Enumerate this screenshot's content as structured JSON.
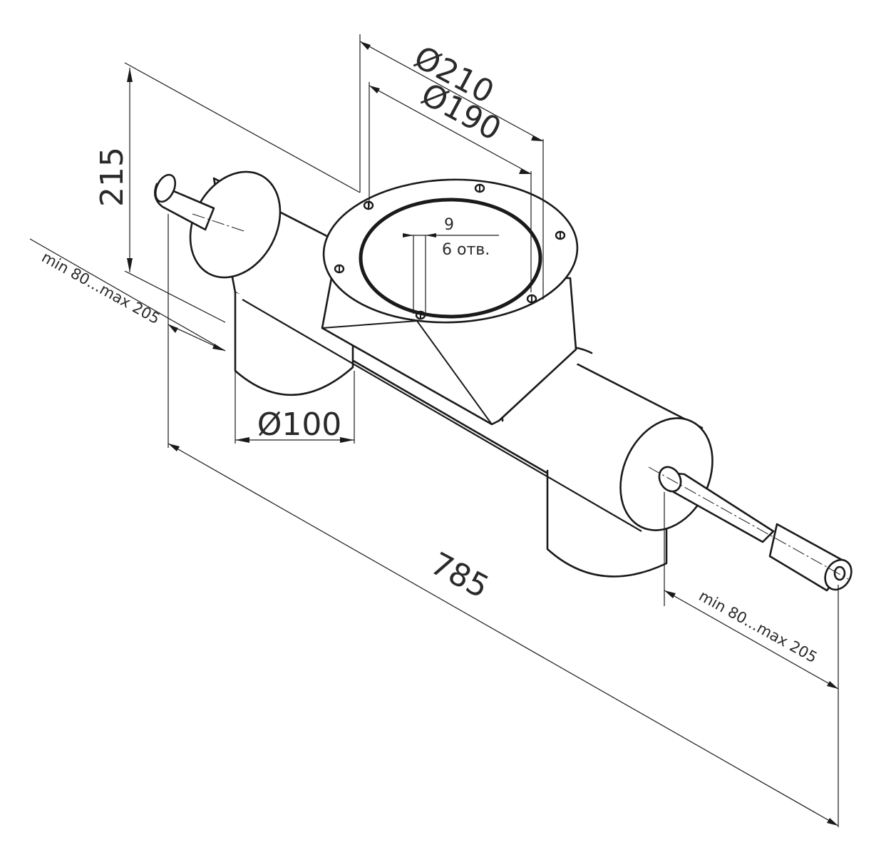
{
  "dimensions": {
    "flange_outer": "Ø210",
    "flange_inner": "Ø190",
    "height": "215",
    "hole_diameter": "9",
    "hole_count": "6 отв.",
    "outlet_diameter": "Ø100",
    "length": "785",
    "rod_left": "min 80...max 205",
    "rod_right": "min 80...max 205"
  }
}
